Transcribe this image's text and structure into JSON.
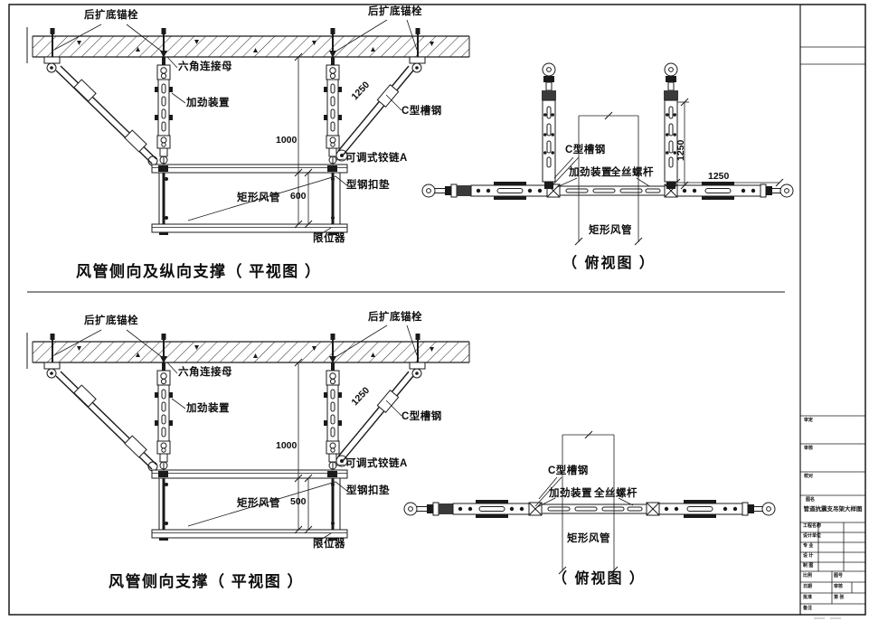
{
  "frame": {
    "line_color": "#1a1a1a",
    "background": "#ffffff"
  },
  "views": {
    "front_combined": {
      "title": "风管侧向及纵向支撑（ 平视图 ）",
      "labels": {
        "anchor_bolt_left": "后扩底锚栓",
        "anchor_bolt_right": "后扩底锚栓",
        "hex_coupling_nut": "六角连接母",
        "stiffening_device": "加劲装置",
        "c_channel": "C型槽钢",
        "adjustable_hinge_a": "可调式铰链A",
        "steel_pad": "型钢扣垫",
        "rect_duct": "矩形风管",
        "limit_stop": "限位器"
      },
      "dims": {
        "brace_length": "1250",
        "hang_height": "1000",
        "duct_height": "600"
      }
    },
    "plan_combined": {
      "title": "（ 俯视图 ）",
      "labels": {
        "c_channel": "C型槽钢",
        "stiffening_device": "加劲装置",
        "threaded_rod": "全丝螺杆",
        "rect_duct": "矩形风管"
      },
      "dims": {
        "vertical": "1250",
        "horizontal": "1250"
      }
    },
    "front_lateral": {
      "title": "风管侧向支撑（ 平视图 ）",
      "labels": {
        "anchor_bolt_left": "后扩底锚栓",
        "anchor_bolt_right": "后扩底锚栓",
        "hex_coupling_nut": "六角连接母",
        "stiffening_device": "加劲装置",
        "c_channel": "C型槽钢",
        "adjustable_hinge_a": "可调式铰链A",
        "steel_pad": "型钢扣垫",
        "rect_duct": "矩形风管",
        "limit_stop": "限位器"
      },
      "dims": {
        "brace_length": "1250",
        "hang_height": "1000",
        "duct_height": "500"
      }
    },
    "plan_lateral": {
      "title": "（ 俯视图 ）",
      "labels": {
        "c_channel": "C型槽钢",
        "stiffening_device": "加劲装置",
        "threaded_rod": "全丝螺杆",
        "rect_duct": "矩形风管"
      }
    }
  },
  "title_block": {
    "name_label": "图名",
    "drawing_title": "管道抗震支吊架大样图",
    "cells": [
      "审定",
      "审核",
      "校对",
      "工程名称",
      "设计单位",
      "专 业",
      "设 计",
      "制 图",
      "比例",
      "图号",
      "日期",
      "审核",
      "批准",
      "第 张",
      "备注"
    ]
  }
}
